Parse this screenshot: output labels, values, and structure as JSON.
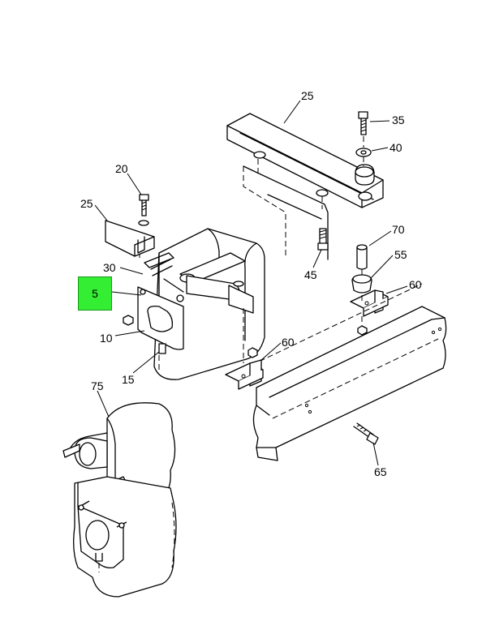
{
  "highlight": {
    "label": "5",
    "color": "#33ee33"
  },
  "callouts": {
    "c25_top": "25",
    "c35": "35",
    "c40": "40",
    "c20": "20",
    "c25_left": "25",
    "c70": "70",
    "c45": "45",
    "c55": "55",
    "c30": "30",
    "c60_right": "60",
    "c10": "10",
    "c60_mid": "60",
    "c15": "15",
    "c75": "75",
    "c65": "65"
  }
}
